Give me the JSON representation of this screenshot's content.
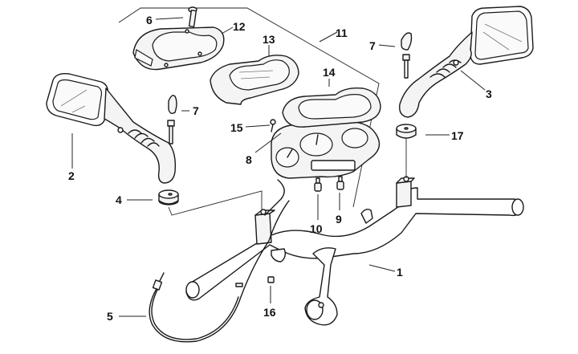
{
  "diagram": {
    "type": "exploded-parts-diagram",
    "subject": "Handlebar, rear-view mirrors and instrument cluster assembly",
    "callouts": [
      {
        "number": "1",
        "part": "handlebar"
      },
      {
        "number": "2",
        "part": "left-mirror"
      },
      {
        "number": "3",
        "part": "right-mirror"
      },
      {
        "number": "4",
        "part": "left-mirror-washer"
      },
      {
        "number": "5",
        "part": "speedometer-cable"
      },
      {
        "number": "6",
        "part": "bezel-screw"
      },
      {
        "number": "7",
        "part": "mirror-cap-left"
      },
      {
        "number": "7",
        "part": "mirror-cap-right"
      },
      {
        "number": "8",
        "part": "instrument-panel"
      },
      {
        "number": "9",
        "part": "bulb-holder-right"
      },
      {
        "number": "10",
        "part": "bulb-holder-left"
      },
      {
        "number": "11",
        "part": "instrument-cluster-group"
      },
      {
        "number": "12",
        "part": "instrument-bezel"
      },
      {
        "number": "13",
        "part": "instrument-lens"
      },
      {
        "number": "14",
        "part": "instrument-gasket"
      },
      {
        "number": "15",
        "part": "panel-screw"
      },
      {
        "number": "16",
        "part": "handlebar-nut"
      },
      {
        "number": "17",
        "part": "right-mirror-washer"
      }
    ]
  }
}
